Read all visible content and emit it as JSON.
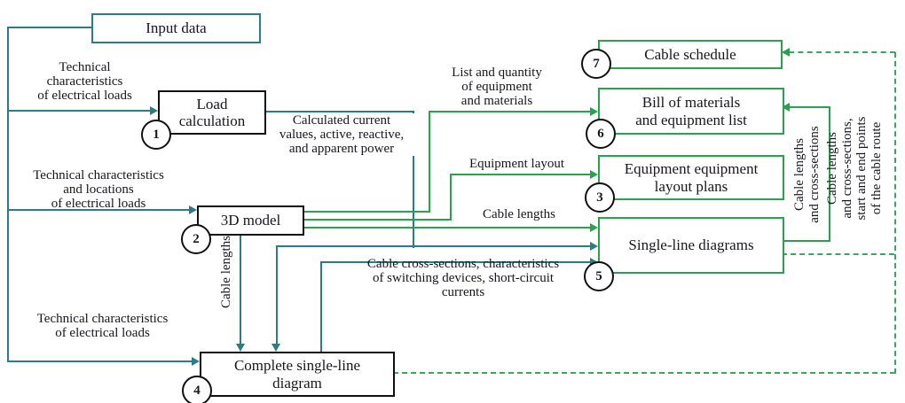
{
  "colors": {
    "teal_line": "#2a7c85",
    "green_line": "#28a24e",
    "dashed_green_line": "#3fa361",
    "black_box_border": "#101010",
    "text": "#17171f"
  },
  "boxes": {
    "input_data": {
      "label": "Input data"
    },
    "load_calculation": {
      "label": "Load\ncalculation",
      "number": "1"
    },
    "model_3d": {
      "label": "3D model",
      "number": "2"
    },
    "complete_single_line_diagram": {
      "label": "Complete single-line\ndiagram",
      "number": "4"
    },
    "cable_schedule": {
      "label": "Cable schedule",
      "number": "7"
    },
    "bill_of_materials": {
      "label": "Bill of materials\nand equipment list",
      "number": "6"
    },
    "equipment_layout_plans": {
      "label": "Equipment equipment\nlayout plans",
      "number": "3"
    },
    "single_line_diagrams": {
      "label": "Single-line diagrams",
      "number": "5"
    }
  },
  "edge_labels": {
    "tech_characteristics_1": "Technical\ncharacteristics\nof electrical loads",
    "tech_characteristics_2": "Technical characteristics\nand locations\nof electrical loads",
    "tech_characteristics_3": "Technical characteristics\nof electrical loads",
    "calculated_current": "Calculated current\nvalues, active, reactive,\nand apparent power",
    "list_and_quantity": "List and quantity\nof equipment\nand materials",
    "equipment_layout": "Equipment layout",
    "cable_lengths": "Cable lengths",
    "cable_cross_sections": "Cable cross-sections, characteristics\nof switching devices, short-circuit\ncurrents",
    "cable_lengths_vertical": "Cable lengths",
    "cable_lengths_and_cross_sections": "Cable lengths\nand cross-sections",
    "cable_route": "Cable lengths\nand cross-sections,\nstart and end points\nof the cable route"
  }
}
